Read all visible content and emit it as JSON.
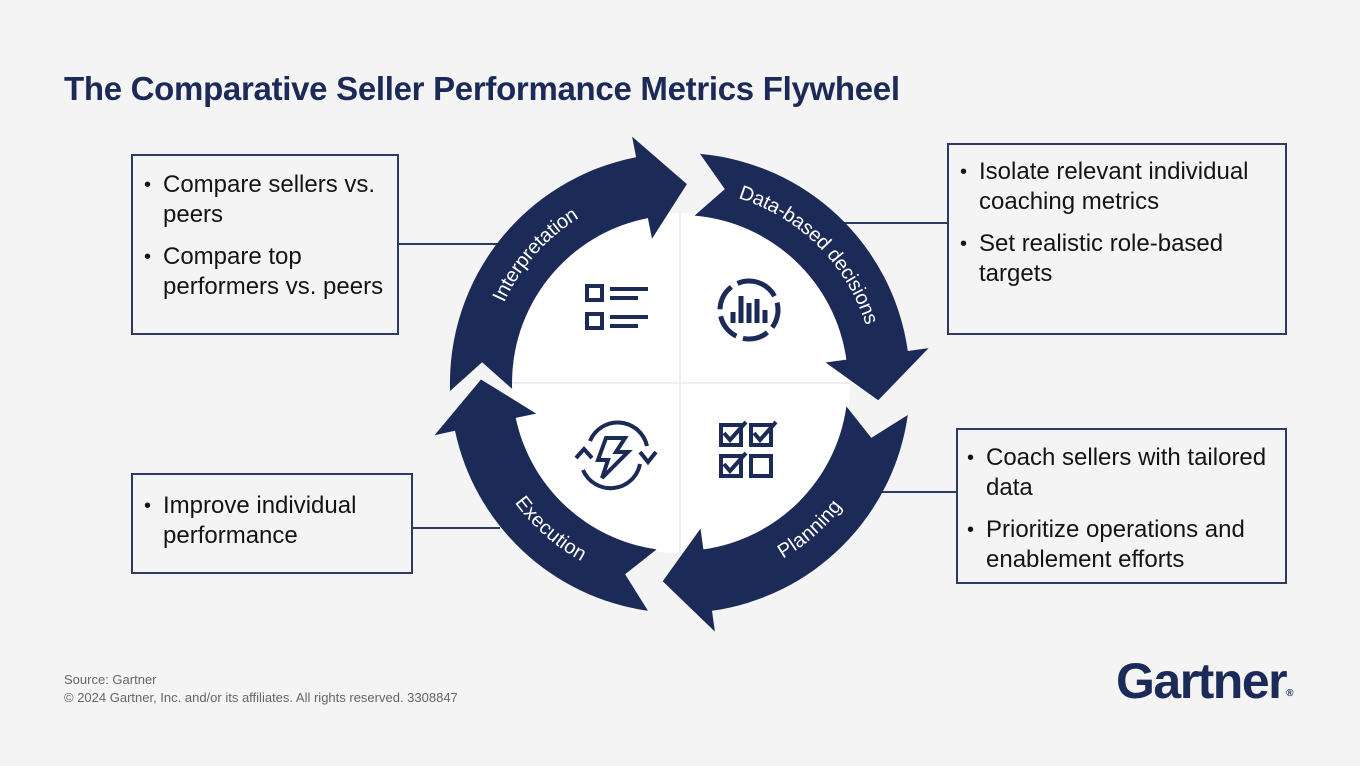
{
  "title": "The Comparative Seller Performance Metrics Flywheel",
  "colors": {
    "navy": "#1b2a56",
    "background": "#f4f4f4",
    "inner": "#ffffff"
  },
  "flywheel": {
    "stages": [
      {
        "label": "Interpretation",
        "icon": "checklist-lines-icon"
      },
      {
        "label": "Data-based decisions",
        "icon": "bar-chart-dashed-circle-icon"
      },
      {
        "label": "Planning",
        "icon": "checkbox-grid-icon"
      },
      {
        "label": "Execution",
        "icon": "refresh-lightning-icon"
      }
    ]
  },
  "boxes": {
    "interpretation": [
      "Compare sellers vs. peers",
      "Compare top performers vs. peers"
    ],
    "decisions": [
      "Isolate relevant individual coaching metrics",
      "Set realistic role-based targets"
    ],
    "planning": [
      "Coach sellers with tailored data",
      "Prioritize operations and enablement efforts"
    ],
    "execution": [
      "Improve individual performance"
    ]
  },
  "footer": {
    "source": "Source: Gartner",
    "copyright": "© 2024 Gartner, Inc. and/or its affiliates. All rights reserved. 3308847"
  },
  "logo": {
    "text": "Gartner",
    "mark": "®"
  }
}
